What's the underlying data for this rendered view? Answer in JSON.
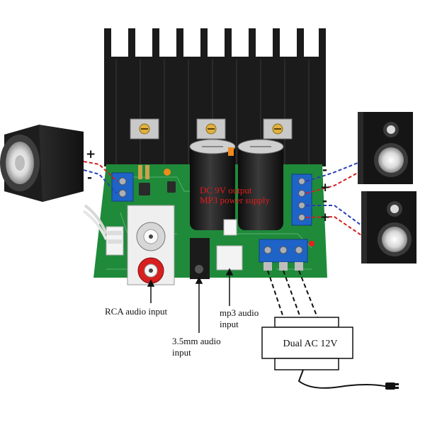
{
  "labels": {
    "rca_input": "RCA audio input",
    "jack_input_line1": "3.5mm audio",
    "jack_input_line2": "input",
    "mp3_input_line1": "mp3 audio",
    "mp3_input_line2": "input",
    "transformer": "Dual AC 12V",
    "dc_note_line1": "DC 9V output",
    "dc_note_line2": "MP3 power supply"
  },
  "polarity": {
    "left_plus": "+",
    "left_minus": "-",
    "right_top_minus": "-",
    "right_top_plus": "+",
    "right_bottom_minus": "-",
    "right_bottom_plus": "+"
  },
  "colors": {
    "pcb_green": "#1f8a3a",
    "heatsink": "#1b1b1b",
    "terminal_blue": "#1e63c8",
    "wire_red": "#d42020",
    "wire_blue": "#2a3fb5",
    "note_red": "#e31b1b"
  }
}
